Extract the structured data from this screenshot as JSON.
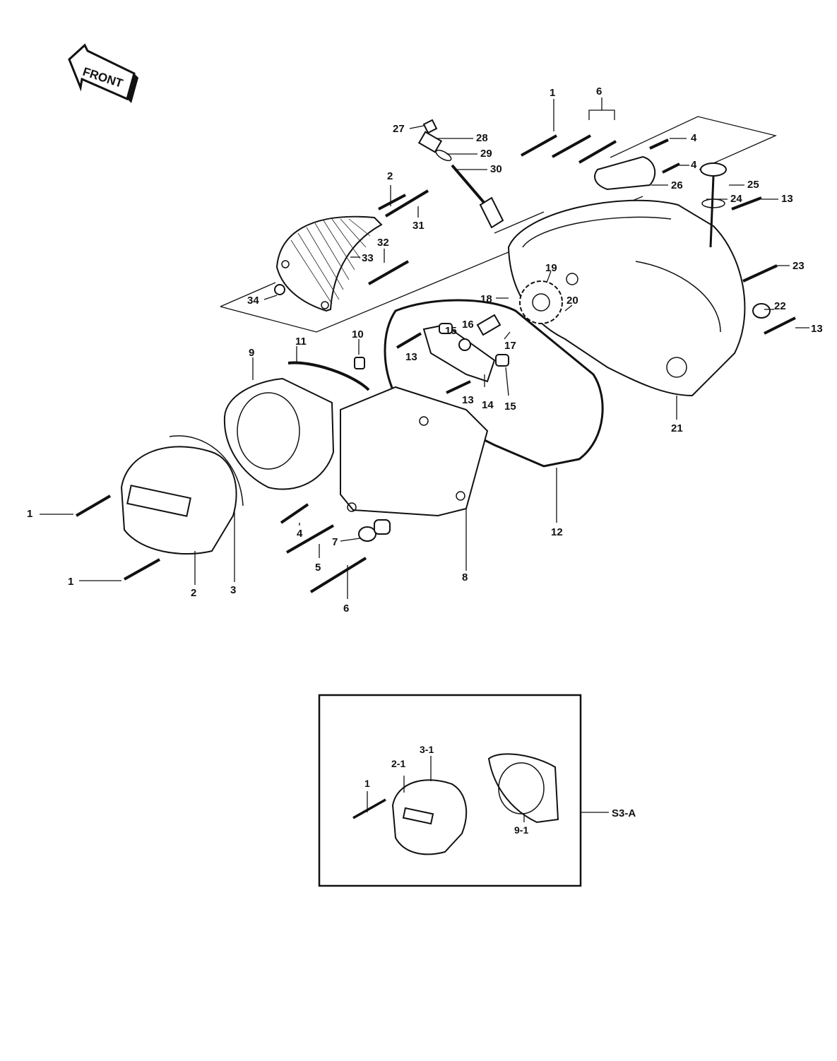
{
  "front_badge": {
    "text": "FRONT"
  },
  "parts": [
    {
      "id": "p1a",
      "label": "1"
    },
    {
      "id": "p6a",
      "label": "6"
    },
    {
      "id": "p4a",
      "label": "4"
    },
    {
      "id": "p4b",
      "label": "4"
    },
    {
      "id": "p27",
      "label": "27"
    },
    {
      "id": "p28",
      "label": "28"
    },
    {
      "id": "p29",
      "label": "29"
    },
    {
      "id": "p30",
      "label": "30"
    },
    {
      "id": "p2a",
      "label": "2"
    },
    {
      "id": "p31",
      "label": "31"
    },
    {
      "id": "p26",
      "label": "26"
    },
    {
      "id": "p25",
      "label": "25"
    },
    {
      "id": "p24",
      "label": "24"
    },
    {
      "id": "p13a",
      "label": "13"
    },
    {
      "id": "p32",
      "label": "32"
    },
    {
      "id": "p33",
      "label": "33"
    },
    {
      "id": "p19",
      "label": "19"
    },
    {
      "id": "p23",
      "label": "23"
    },
    {
      "id": "p34",
      "label": "34"
    },
    {
      "id": "p18",
      "label": "18"
    },
    {
      "id": "p20",
      "label": "20"
    },
    {
      "id": "p22",
      "label": "22"
    },
    {
      "id": "p15a",
      "label": "15"
    },
    {
      "id": "p16",
      "label": "16"
    },
    {
      "id": "p13b",
      "label": "13"
    },
    {
      "id": "p10",
      "label": "10"
    },
    {
      "id": "p17",
      "label": "17"
    },
    {
      "id": "p11",
      "label": "11"
    },
    {
      "id": "p9",
      "label": "9"
    },
    {
      "id": "p13c",
      "label": "13"
    },
    {
      "id": "p13d",
      "label": "13"
    },
    {
      "id": "p14",
      "label": "14"
    },
    {
      "id": "p15b",
      "label": "15"
    },
    {
      "id": "p21",
      "label": "21"
    },
    {
      "id": "p1b",
      "label": "1"
    },
    {
      "id": "p4c",
      "label": "4"
    },
    {
      "id": "p12",
      "label": "12"
    },
    {
      "id": "p7",
      "label": "7"
    },
    {
      "id": "p5",
      "label": "5"
    },
    {
      "id": "p8",
      "label": "8"
    },
    {
      "id": "p1c",
      "label": "1"
    },
    {
      "id": "p2b",
      "label": "2"
    },
    {
      "id": "p3",
      "label": "3"
    },
    {
      "id": "p6b",
      "label": "6"
    }
  ],
  "inset": {
    "code": "S3-A",
    "parts": [
      {
        "id": "i31",
        "label": "3-1"
      },
      {
        "id": "i21",
        "label": "2-1"
      },
      {
        "id": "i1",
        "label": "1"
      },
      {
        "id": "i91",
        "label": "9-1"
      }
    ]
  }
}
